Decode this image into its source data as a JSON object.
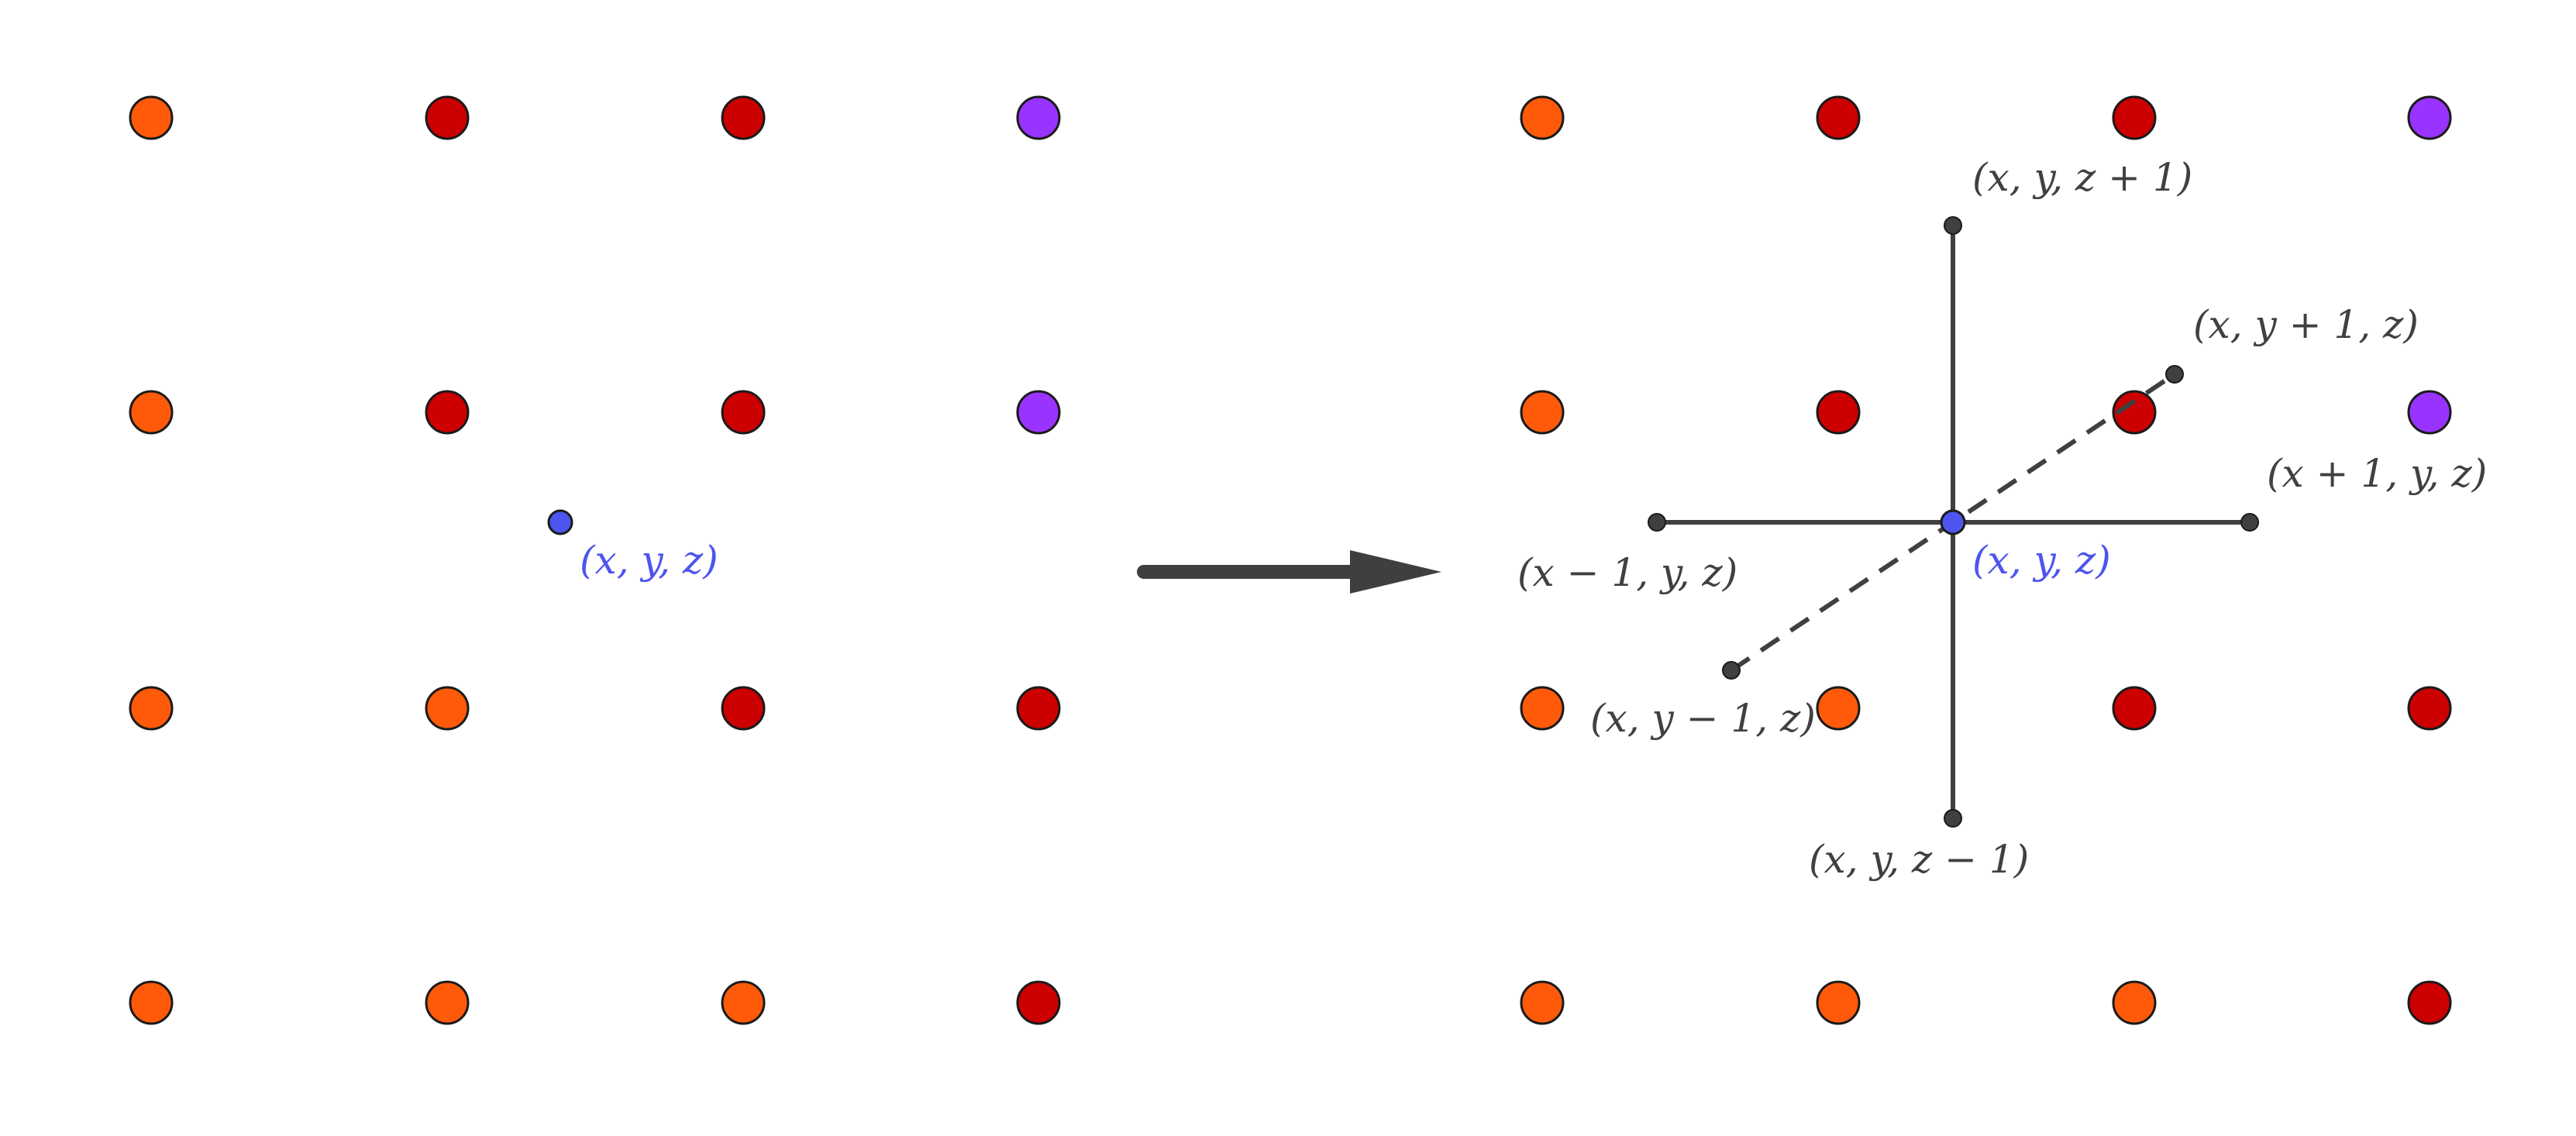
{
  "colors": {
    "orange": "#ff5a0a",
    "red": "#cc0000",
    "purple": "#9933ff",
    "blue": "#4d55ee",
    "dark_gray": "#404040",
    "arrow": "#3f3f3f",
    "outline": "#1a1a1a"
  },
  "grid_rows": [
    [
      "orange",
      "red",
      "red",
      "purple"
    ],
    [
      "orange",
      "red",
      "red",
      "purple"
    ],
    [
      "orange",
      "orange",
      "red",
      "red"
    ],
    [
      "orange",
      "orange",
      "orange",
      "red"
    ]
  ],
  "left_panel": {
    "point_label": "(x, y, z)"
  },
  "transition_arrow": {
    "icon": "right-arrow-icon"
  },
  "right_panel": {
    "center_label": "(x, y, z)",
    "neighbors": {
      "z_plus": "(x, y, z + 1)",
      "z_minus": "(x, y, z − 1)",
      "x_plus": "(x + 1, y, z)",
      "x_minus": "(x − 1, y, z)",
      "y_plus": "(x, y + 1, z)",
      "y_minus": "(x, y − 1, z)"
    }
  }
}
